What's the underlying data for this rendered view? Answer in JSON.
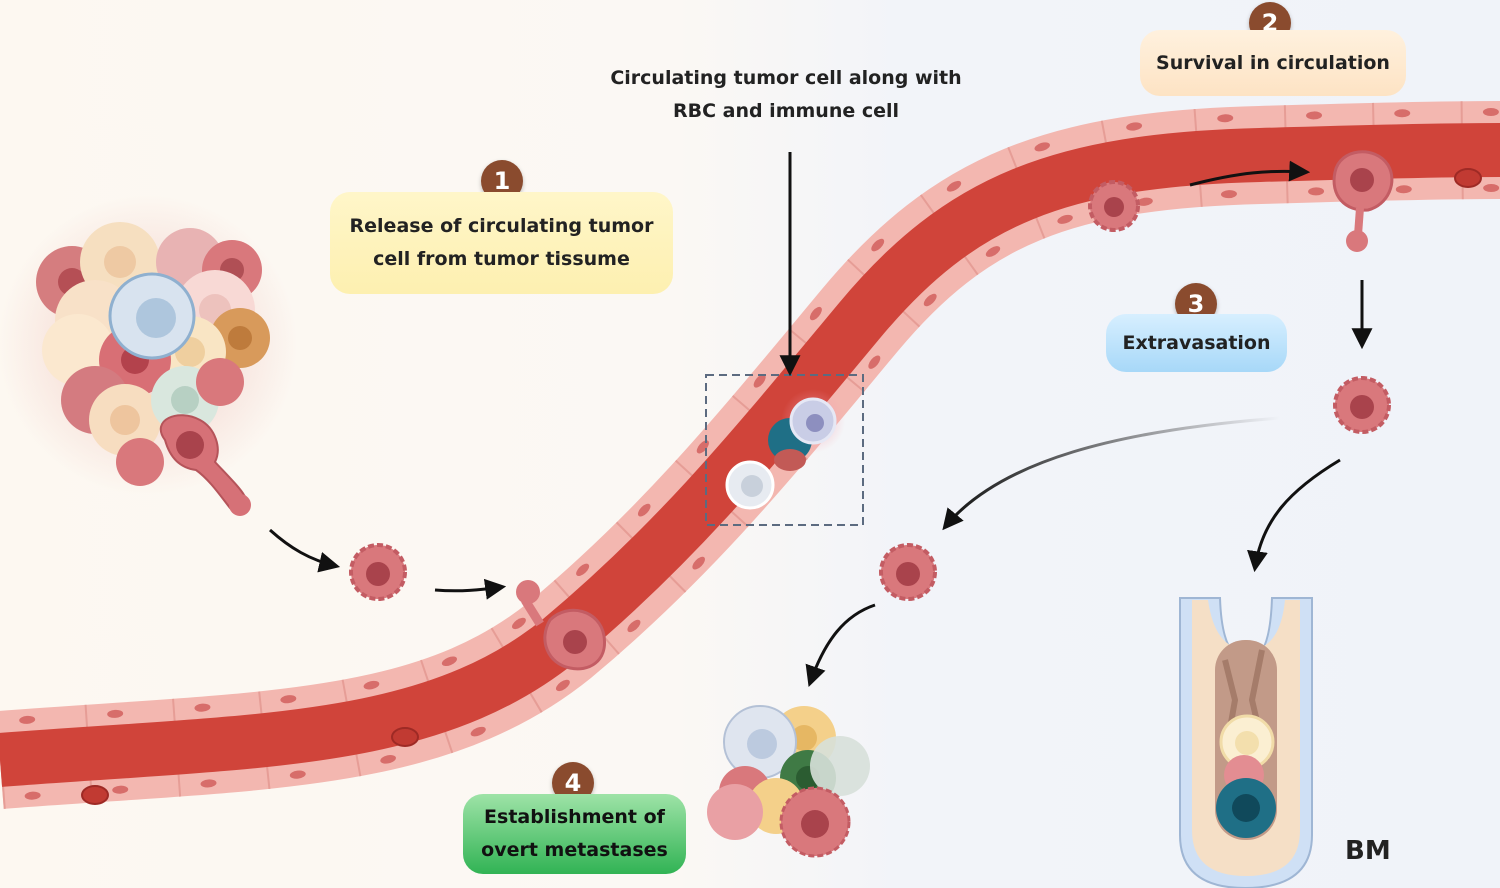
{
  "steps": [
    {
      "number": "1",
      "label": "Release of circulating tumor cell from tumor tissume"
    },
    {
      "number": "2",
      "label": "Survival in circulation"
    },
    {
      "number": "3",
      "label": "Extravasation"
    },
    {
      "number": "4",
      "label": "Establishment of overt metastases"
    }
  ],
  "callout": "Circulating tumor cell along with RBC and immune cell",
  "bm_label": "BM",
  "colors": {
    "step_badge": "#8a4b2e",
    "vessel_wall": "#f3b7b0",
    "vessel_lumen": "#d0443a",
    "tumor_cell": "#d9777d",
    "box1": "#fdf0b0",
    "box2": "#fde3c4",
    "box3": "#a7d8f8",
    "box4": "#31b354"
  },
  "icons": [
    "tumor-cell-icon",
    "red-blood-cell-icon",
    "immune-cell-icon",
    "bone-marrow-icon",
    "arrow-icon"
  ]
}
